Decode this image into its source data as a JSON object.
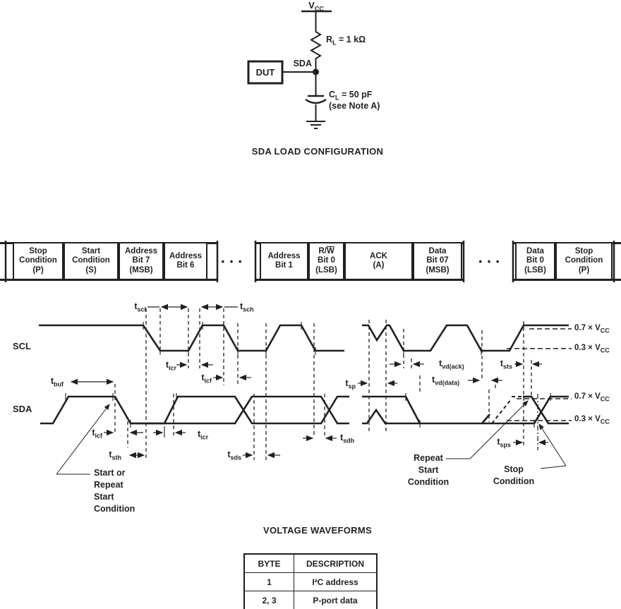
{
  "circuit": {
    "vcc": {
      "main": "V",
      "sub": "CC"
    },
    "resistor": {
      "main": "R",
      "sub": "L",
      "rest": " = 1 kΩ"
    },
    "dut": "DUT",
    "sda_node": "SDA",
    "cap": {
      "main": "C",
      "sub": "L",
      "rest": " = 50 pF"
    },
    "cap_note": "(see Note A)",
    "caption": "SDA LOAD CONFIGURATION"
  },
  "bit_strip": {
    "ellipsis": "• • •",
    "cells": [
      {
        "lines": [
          "Stop",
          "Condition",
          "(P)"
        ]
      },
      {
        "lines": [
          "Start",
          "Condition",
          "(S)"
        ]
      },
      {
        "lines": [
          "Address",
          "Bit 7",
          "(MSB)"
        ]
      },
      {
        "lines": [
          "Address",
          "Bit 6"
        ]
      },
      {
        "lines": [
          "Address",
          "Bit 1"
        ]
      },
      {
        "lines": [
          {
            "pre": "R/",
            "ovl": "W"
          },
          "Bit 0",
          "(LSB)"
        ]
      },
      {
        "lines": [
          "ACK",
          "(A)"
        ]
      },
      {
        "lines": [
          "Data",
          "Bit 07",
          "(MSB)"
        ]
      },
      {
        "lines": [
          "Data",
          "Bit 0",
          "(LSB)"
        ]
      },
      {
        "lines": [
          "Stop",
          "Condition",
          "(P)"
        ]
      }
    ]
  },
  "waveforms": {
    "scl_label": "SCL",
    "sda_label": "SDA",
    "caption": "VOLTAGE WAVEFORMS",
    "levels": [
      {
        "text": "0.7 × V",
        "sub": "CC"
      },
      {
        "text": "0.3 × V",
        "sub": "CC"
      },
      {
        "text": "0.7 × V",
        "sub": "CC"
      },
      {
        "text": "0.3 × V",
        "sub": "CC"
      }
    ],
    "timing": [
      {
        "main": "t",
        "sub": "scl"
      },
      {
        "main": "t",
        "sub": "sch"
      },
      {
        "main": "t",
        "sub": "icr"
      },
      {
        "main": "t",
        "sub": "icf"
      },
      {
        "main": "t",
        "sub": "buf"
      },
      {
        "main": "t",
        "sub": "icf"
      },
      {
        "main": "t",
        "sub": "sth"
      },
      {
        "main": "t",
        "sub": "icr"
      },
      {
        "main": "t",
        "sub": "sds"
      },
      {
        "main": "t",
        "sub": "sdh"
      },
      {
        "main": "t",
        "sub": "sp"
      },
      {
        "main": "t",
        "sub": "vd(ack)"
      },
      {
        "main": "t",
        "sub": "vd(data)"
      },
      {
        "main": "t",
        "sub": "sts"
      },
      {
        "main": "t",
        "sub": "sps"
      }
    ],
    "conditions": {
      "start_repeat": [
        "Start or",
        "Repeat",
        "Start",
        "Condition"
      ],
      "repeat_start": [
        "Repeat",
        "Start",
        "Condition"
      ],
      "stop": [
        "Stop",
        "Condition"
      ]
    }
  },
  "byte_table": {
    "headers": [
      "BYTE",
      "DESCRIPTION"
    ],
    "rows": [
      [
        "1",
        "I²C address"
      ],
      [
        "2, 3",
        "P-port data"
      ]
    ]
  }
}
